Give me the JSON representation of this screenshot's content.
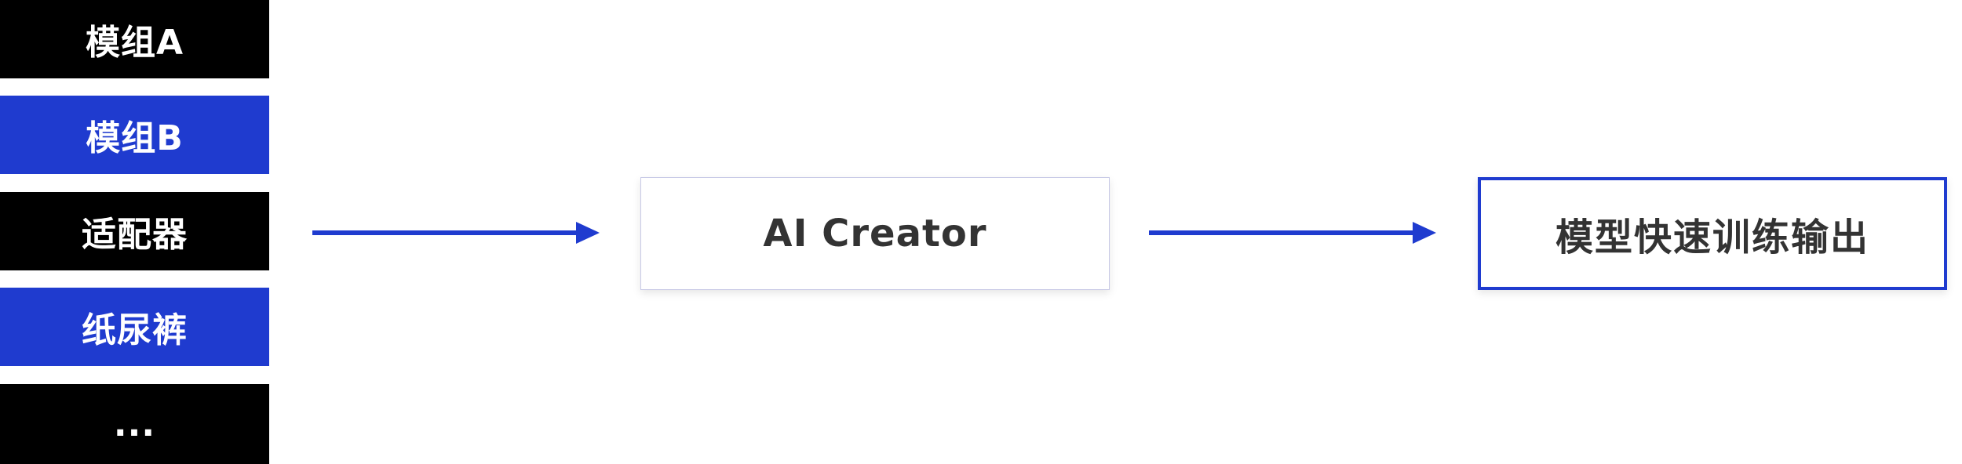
{
  "stack": {
    "items": [
      {
        "label": "模组A",
        "color": "#000000"
      },
      {
        "label": "模组B",
        "color": "#1f3bcf"
      },
      {
        "label": "适配器",
        "color": "#000000"
      },
      {
        "label": "纸尿裤",
        "color": "#1f3bcf"
      },
      {
        "label": "...",
        "color": "#000000"
      }
    ]
  },
  "process": {
    "label": "AI Creator"
  },
  "output": {
    "label": "模型快速训练输出",
    "border_color": "#1f3bcf"
  },
  "arrows": {
    "color": "#1f3bcf"
  }
}
